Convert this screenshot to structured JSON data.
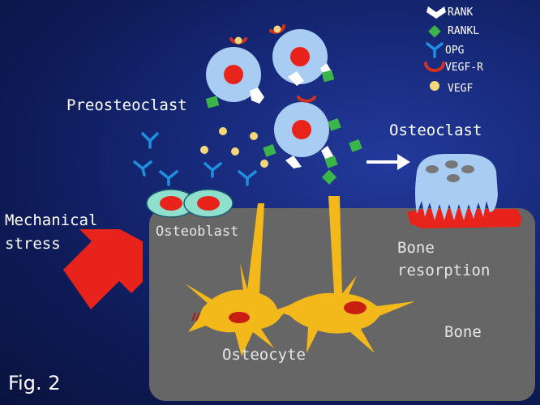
{
  "figure_label": "Fig. 2",
  "labels": {
    "preosteoclast": "Preosteoclast",
    "osteoclast": "Osteoclast",
    "mechanical_stress_line1": "Mechanical",
    "mechanical_stress_line2": "stress",
    "osteoblast": "Osteoblast",
    "bone_resorption_line1": "Bone",
    "bone_resorption_line2": "resorption",
    "bone": "Bone",
    "osteocyte": "Osteocyte"
  },
  "legend": [
    {
      "icon": "rank-receptor-icon",
      "label": "RANK",
      "color": "#ffffff"
    },
    {
      "icon": "rankl-diamond-icon",
      "label": "RANKL",
      "color": "#3bb54a"
    },
    {
      "icon": "opg-y-icon",
      "label": "OPG",
      "color": "#1e90e0"
    },
    {
      "icon": "vegf-r-arc-icon",
      "label": "VEGF-R",
      "color": "#d0321e"
    },
    {
      "icon": "vegf-dot-icon",
      "label": "VEGF",
      "color": "#f5d77a"
    }
  ],
  "colors": {
    "background": "#14246e",
    "bone": "#666666",
    "cell_body": "#a9cdf2",
    "nucleus": "#e8231c",
    "osteocyte": "#f3b81a",
    "osteoblast": "#8ee0cc",
    "arrow": "#e8231c",
    "resorption": "#e8231c"
  }
}
